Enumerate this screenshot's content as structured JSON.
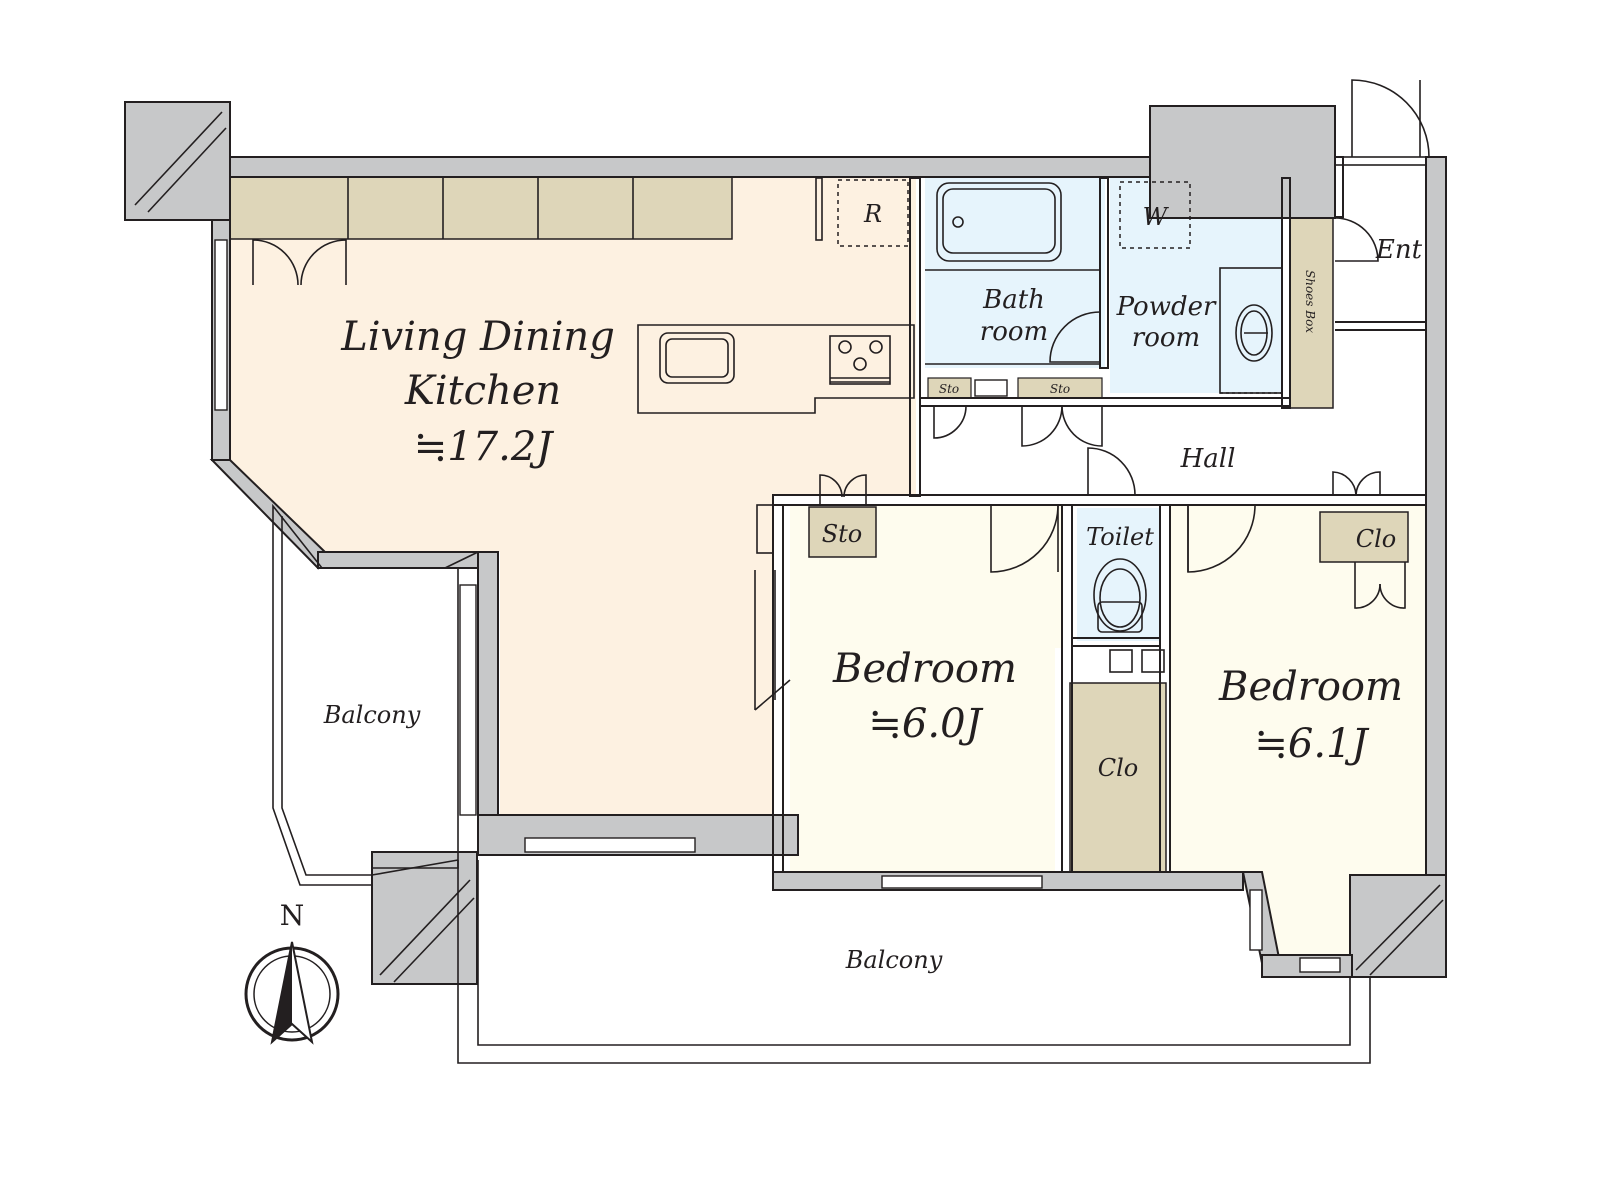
{
  "rooms": {
    "ldk": {
      "name_line1": "Living Dining",
      "name_line2": "Kitchen",
      "size": "≒17.2J"
    },
    "bedroom1": {
      "name": "Bedroom",
      "size": "≒6.0J"
    },
    "bedroom2": {
      "name": "Bedroom",
      "size": "≒6.1J"
    },
    "bath": {
      "line1": "Bath",
      "line2": "room"
    },
    "powder": {
      "line1": "Powder",
      "line2": "room"
    },
    "hall": "Hall",
    "toilet": "Toilet",
    "entrance": "Ent",
    "balcony_west": "Balcony",
    "balcony_south": "Balcony"
  },
  "fixtures": {
    "refrigerator": "R",
    "washer": "W",
    "shoes_box": "Shoes Box",
    "storage_large": "Sto",
    "storage_small_1": "Sto",
    "storage_small_2": "Sto",
    "closet_bedroom2": "Clo",
    "closet_center": "Clo"
  },
  "compass": {
    "north": "N"
  },
  "colors": {
    "ldk_floor": "#fdf1e1",
    "bedroom_floor": "#fefcee",
    "wet_area_floor": "#e6f4fc",
    "storage_fill": "#ded6b9",
    "wall_fill": "#c7c8c9",
    "line": "#231f20"
  }
}
